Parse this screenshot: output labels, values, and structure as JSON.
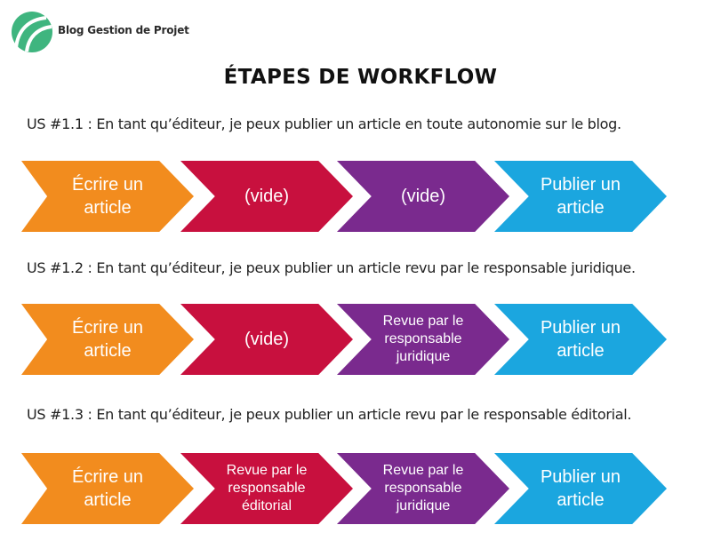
{
  "brand": {
    "name": "Blog Gestion de Projet",
    "logo_color": "#3fb57f"
  },
  "title": "ÉTAPES DE WORKFLOW",
  "colors": {
    "orange": "#f28c1e",
    "crimson": "#c8103e",
    "purple": "#7a2a8e",
    "blue": "#1ba6df"
  },
  "workflows": [
    {
      "story": "US #1.1 : En tant qu’éditeur, je peux publier un article en toute autonomie sur le blog.",
      "steps": [
        {
          "label": "Écrire un\narticle"
        },
        {
          "label": "(vide)"
        },
        {
          "label": "(vide)"
        },
        {
          "label": "Publier un\narticle"
        }
      ]
    },
    {
      "story": "US #1.2 : En tant qu’éditeur, je peux publier un article revu par le responsable juridique.",
      "steps": [
        {
          "label": "Écrire un\narticle"
        },
        {
          "label": "(vide)"
        },
        {
          "label": "Revue par le\nresponsable\njuridique"
        },
        {
          "label": "Publier un\narticle"
        }
      ]
    },
    {
      "story": "US #1.3 : En tant qu’éditeur, je peux publier un article revu par le responsable éditorial.",
      "steps": [
        {
          "label": "Écrire un\narticle"
        },
        {
          "label": "Revue par le\nresponsable\néditorial"
        },
        {
          "label": "Revue par le\nresponsable\njuridique"
        },
        {
          "label": "Publier un\narticle"
        }
      ]
    }
  ]
}
